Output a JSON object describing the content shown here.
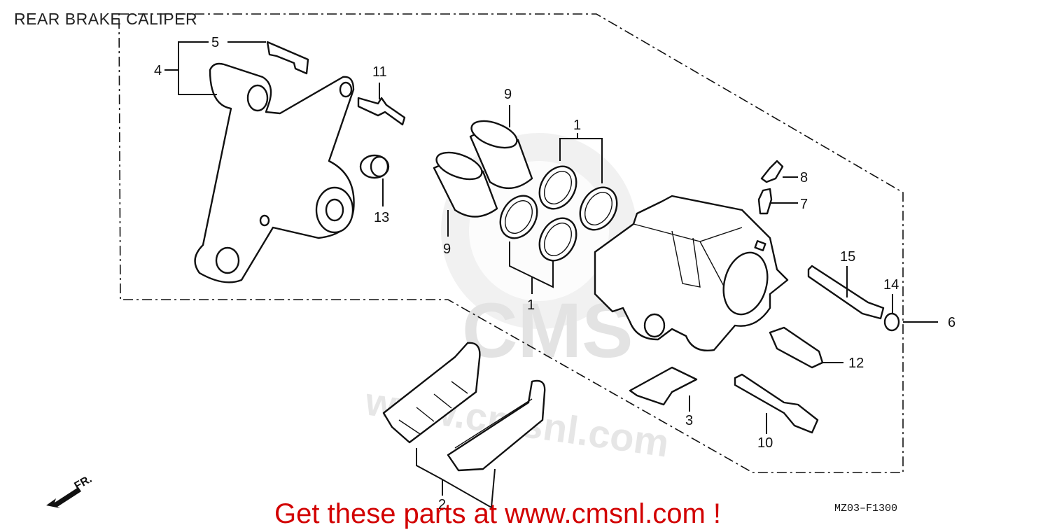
{
  "title": "REAR BRAKE CALIPER",
  "promo_text": "Get these parts at www.cmsnl.com !",
  "diagram_code": "MZ03–F1300",
  "watermark": {
    "text": "CMS",
    "url": "www.cmsnl.com"
  },
  "direction_label": "FR.",
  "callouts": [
    {
      "id": "c1a",
      "label": "1"
    },
    {
      "id": "c1b",
      "label": "1"
    },
    {
      "id": "c2",
      "label": "2"
    },
    {
      "id": "c3",
      "label": "3"
    },
    {
      "id": "c4",
      "label": "4"
    },
    {
      "id": "c5",
      "label": "5"
    },
    {
      "id": "c6",
      "label": "6"
    },
    {
      "id": "c7",
      "label": "7"
    },
    {
      "id": "c8",
      "label": "8"
    },
    {
      "id": "c9a",
      "label": "9"
    },
    {
      "id": "c9b",
      "label": "9"
    },
    {
      "id": "c10",
      "label": "10"
    },
    {
      "id": "c11",
      "label": "11"
    },
    {
      "id": "c12",
      "label": "12"
    },
    {
      "id": "c13",
      "label": "13"
    },
    {
      "id": "c14",
      "label": "14"
    },
    {
      "id": "c15",
      "label": "15"
    }
  ]
}
